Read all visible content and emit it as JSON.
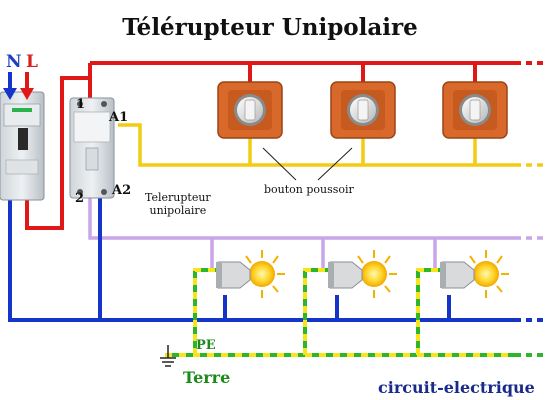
{
  "title": "Télérupteur Unipolaire",
  "labels": {
    "neutral": "N",
    "live": "L",
    "terminal_a1": "A1",
    "terminal_a2": "A2",
    "terminal_1": "1",
    "terminal_2": "2",
    "device_line1": "Telerupteur",
    "device_line2": "unipolaire",
    "pushbutton": "bouton poussoir",
    "pe": "PE",
    "earth": "Terre",
    "website": "circuit-electrique"
  },
  "colors": {
    "live_wire": "#e01818",
    "neutral_wire": "#1535c8",
    "control_wire": "#f1cc12",
    "return_wire": "#c9a6e8",
    "earth_green": "#2db52d",
    "earth_yellow": "#f5e51a",
    "switch_frame": "#d9692a",
    "lamp_glow": "#ffd52a"
  },
  "counts": {
    "pushbuttons": 3,
    "lamps": 3
  }
}
